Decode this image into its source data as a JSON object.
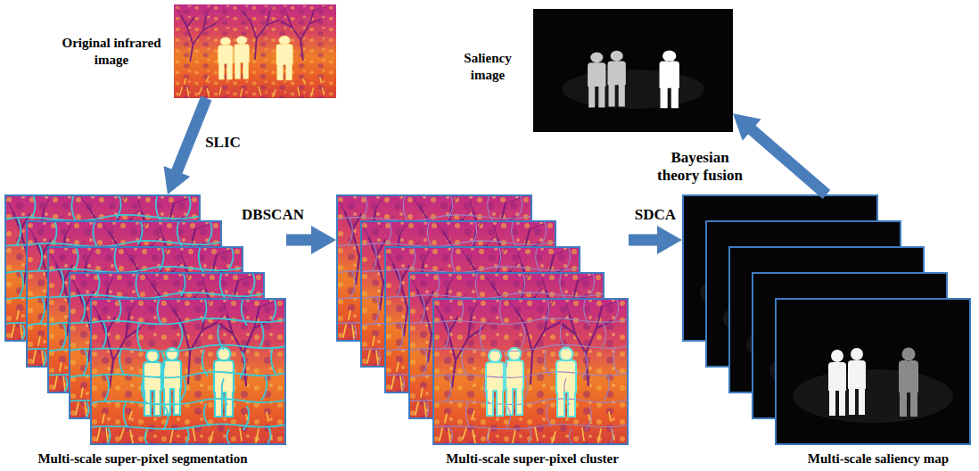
{
  "diagram": {
    "nodes": [
      {
        "text": [
          "Original infrared image"
        ]
      },
      {
        "text": [
          "Multi-scale super-pixel segmentation"
        ]
      },
      {
        "text": [
          "Multi-scale super-pixel cluster"
        ]
      },
      {
        "text": [
          "Multi-scale saliency map"
        ]
      },
      {
        "text": [
          "Saliency image"
        ]
      }
    ],
    "edges": [
      {
        "from": 0,
        "to": 1,
        "arrow": "to",
        "label": "SLIC"
      },
      {
        "from": 1,
        "to": 2,
        "arrow": "to",
        "label": "DBSCAN"
      },
      {
        "from": 2,
        "to": 3,
        "arrow": "to",
        "label": "SDCA"
      },
      {
        "from": 3,
        "to": 4,
        "arrow": "to",
        "label": "Bayesian theory fusion"
      }
    ]
  }
}
